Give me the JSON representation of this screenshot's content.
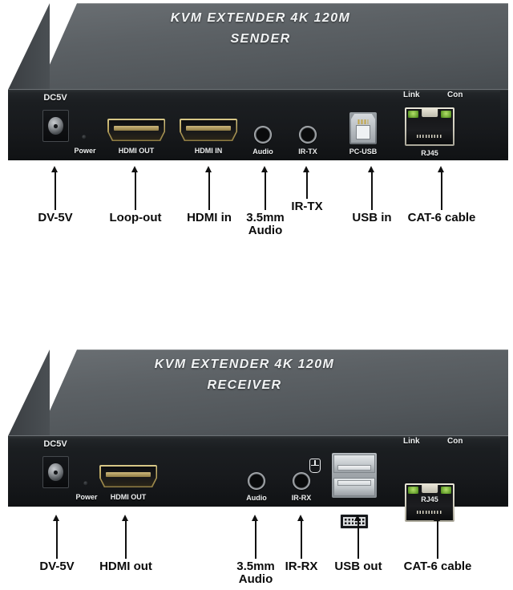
{
  "page": {
    "title": "KVM Extender 4K 120M Sender and Receiver port diagram",
    "background_color": "#ffffff",
    "accent_color": "#b9a45f",
    "led_color": "#7bc043"
  },
  "devices": [
    {
      "id": "sender",
      "brand_line1": "KVM EXTENDER 4K 120M",
      "brand_line2": "SENDER",
      "indicators": [
        {
          "name": "link",
          "label": "Link"
        },
        {
          "name": "con",
          "label": "Con"
        }
      ],
      "ports": [
        {
          "name": "dc-power-jack",
          "label": "DC5V",
          "label_position": "top",
          "type": "barrel-jack"
        },
        {
          "name": "power-led",
          "label": "Power",
          "label_position": "bottom",
          "type": "led"
        },
        {
          "name": "hdmi-out",
          "label": "HDMI OUT",
          "label_position": "bottom",
          "type": "hdmi"
        },
        {
          "name": "hdmi-in",
          "label": "HDMI IN",
          "label_position": "bottom",
          "type": "hdmi"
        },
        {
          "name": "audio-jack",
          "label": "Audio",
          "label_position": "bottom",
          "type": "jack-3.5mm"
        },
        {
          "name": "ir-tx-jack",
          "label": "IR-TX",
          "label_position": "bottom",
          "type": "jack-3.5mm"
        },
        {
          "name": "pc-usb-port",
          "label": "PC-USB",
          "label_position": "bottom",
          "type": "usb-b"
        },
        {
          "name": "rj45-port",
          "label": "RJ45",
          "label_position": "bottom",
          "type": "rj45"
        }
      ],
      "callouts": [
        {
          "name": "callout-dc-5v",
          "text": "DV-5V",
          "text_line2": ""
        },
        {
          "name": "callout-loop-out",
          "text": "Loop-out",
          "text_line2": ""
        },
        {
          "name": "callout-hdmi-in",
          "text": "HDMI in",
          "text_line2": ""
        },
        {
          "name": "callout-audio",
          "text": "3.5mm",
          "text_line2": "Audio"
        },
        {
          "name": "callout-ir-tx",
          "text": "IR-TX",
          "text_line2": ""
        },
        {
          "name": "callout-usb-in",
          "text": "USB in",
          "text_line2": ""
        },
        {
          "name": "callout-cat6-cable",
          "text": "CAT-6 cable",
          "text_line2": ""
        }
      ]
    },
    {
      "id": "receiver",
      "brand_line1": "KVM EXTENDER 4K 120M",
      "brand_line2": "RECEIVER",
      "indicators": [
        {
          "name": "link",
          "label": "Link"
        },
        {
          "name": "con",
          "label": "Con"
        }
      ],
      "ports": [
        {
          "name": "dc-power-jack",
          "label": "DC5V",
          "label_position": "top",
          "type": "barrel-jack"
        },
        {
          "name": "power-led",
          "label": "Power",
          "label_position": "bottom",
          "type": "led"
        },
        {
          "name": "hdmi-out",
          "label": "HDMI OUT",
          "label_position": "bottom",
          "type": "hdmi"
        },
        {
          "name": "audio-jack",
          "label": "Audio",
          "label_position": "bottom",
          "type": "jack-3.5mm"
        },
        {
          "name": "ir-rx-jack",
          "label": "IR-RX",
          "label_position": "bottom",
          "type": "jack-3.5mm"
        },
        {
          "name": "mouse-indicator",
          "label": "",
          "label_position": "none",
          "type": "mouse-glyph"
        },
        {
          "name": "usb-out-ports",
          "label": "",
          "label_position": "none",
          "type": "usb-a-stack"
        },
        {
          "name": "keyboard-indicator",
          "label": "",
          "label_position": "none",
          "type": "keyboard-glyph"
        },
        {
          "name": "rj45-port",
          "label": "RJ45",
          "label_position": "bottom",
          "type": "rj45"
        }
      ],
      "callouts": [
        {
          "name": "callout-dc-5v",
          "text": "DV-5V",
          "text_line2": ""
        },
        {
          "name": "callout-hdmi-out",
          "text": "HDMI out",
          "text_line2": ""
        },
        {
          "name": "callout-audio",
          "text": "3.5mm",
          "text_line2": "Audio"
        },
        {
          "name": "callout-ir-rx",
          "text": "IR-RX",
          "text_line2": ""
        },
        {
          "name": "callout-usb-out",
          "text": "USB out",
          "text_line2": ""
        },
        {
          "name": "callout-cat6-cable",
          "text": "CAT-6 cable",
          "text_line2": ""
        }
      ]
    }
  ]
}
